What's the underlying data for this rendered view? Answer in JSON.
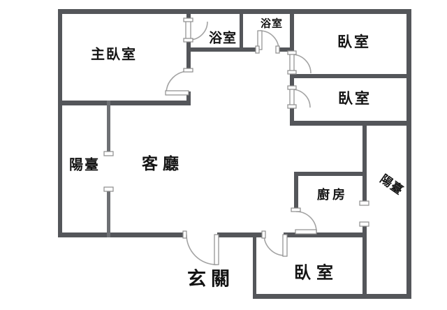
{
  "floorplan": {
    "title": "apartment-floor-plan",
    "rooms": {
      "master_bedroom": {
        "label": "主臥室"
      },
      "bathroom_1": {
        "label": "浴室"
      },
      "bathroom_2": {
        "label": "浴室"
      },
      "bedroom_right_top": {
        "label": "臥室"
      },
      "bedroom_right_mid": {
        "label": "臥室"
      },
      "bedroom_bottom": {
        "label": "臥室"
      },
      "balcony_left": {
        "label": "陽臺"
      },
      "balcony_right": {
        "label": "陽臺"
      },
      "living_room": {
        "label": "客廳"
      },
      "kitchen": {
        "label": "廚房"
      },
      "entrance": {
        "label": "玄關"
      }
    },
    "colors": {
      "wall": "#54565a",
      "partition": "#6e7074",
      "door_arc": "#a3a3a3",
      "background": "#ffffff",
      "text": "#141414"
    }
  }
}
